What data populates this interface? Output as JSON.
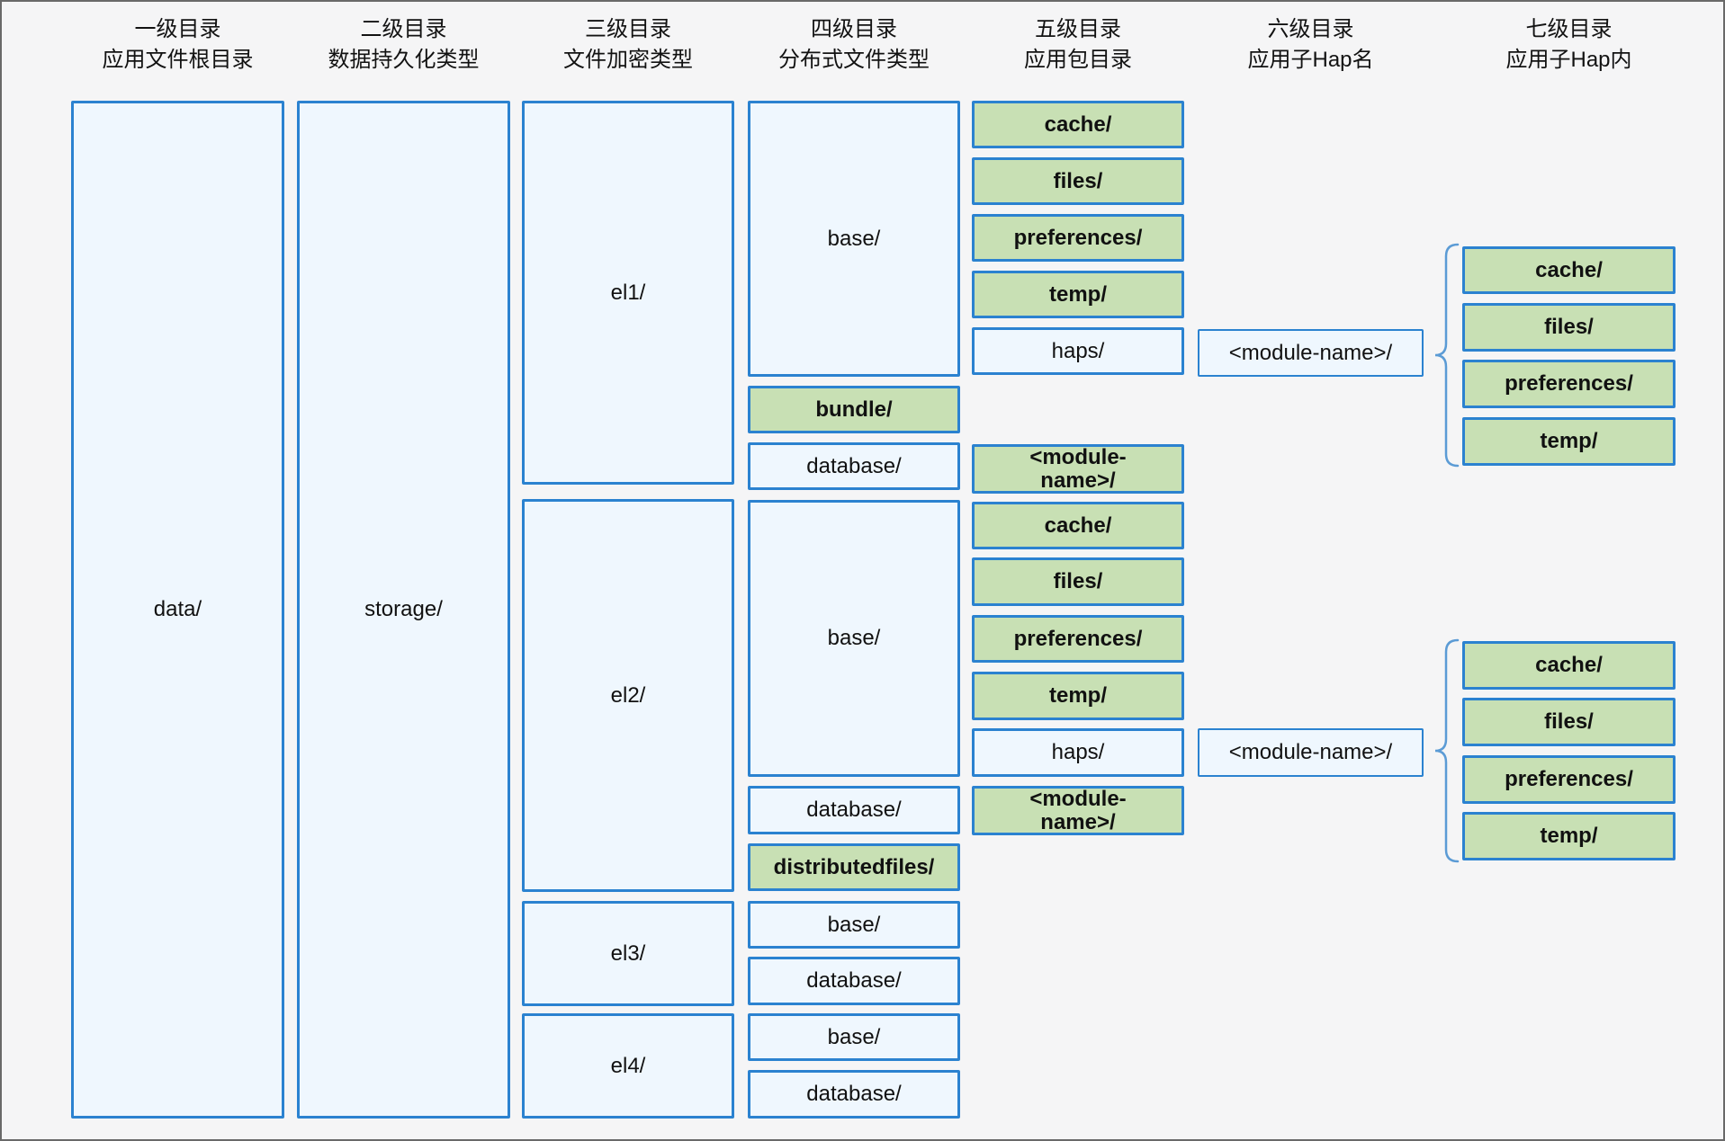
{
  "columns": [
    {
      "title_line1": "一级目录",
      "title_line2": "应用文件根目录"
    },
    {
      "title_line1": "二级目录",
      "title_line2": "数据持久化类型"
    },
    {
      "title_line1": "三级目录",
      "title_line2": "文件加密类型"
    },
    {
      "title_line1": "四级目录",
      "title_line2": "分布式文件类型"
    },
    {
      "title_line1": "五级目录",
      "title_line2": "应用包目录"
    },
    {
      "title_line1": "六级目录",
      "title_line2": "应用子Hap名"
    },
    {
      "title_line1": "七级目录",
      "title_line2": "应用子Hap内"
    }
  ],
  "tree": {
    "level1": {
      "label": "data/"
    },
    "level2": {
      "label": "storage/"
    },
    "level3": [
      {
        "label": "el1/"
      },
      {
        "label": "el2/"
      },
      {
        "label": "el3/"
      },
      {
        "label": "el4/"
      }
    ],
    "level4": {
      "el1": [
        {
          "label": "base/",
          "highlight": false
        },
        {
          "label": "bundle/",
          "highlight": true
        },
        {
          "label": "database/",
          "highlight": false
        }
      ],
      "el2": [
        {
          "label": "base/",
          "highlight": false
        },
        {
          "label": "database/",
          "highlight": false
        },
        {
          "label": "distributedfiles/",
          "highlight": true
        }
      ],
      "el3": [
        {
          "label": "base/",
          "highlight": false
        },
        {
          "label": "database/",
          "highlight": false
        }
      ],
      "el4": [
        {
          "label": "base/",
          "highlight": false
        },
        {
          "label": "database/",
          "highlight": false
        }
      ]
    },
    "level5": {
      "group1": [
        {
          "label": "cache/",
          "highlight": true
        },
        {
          "label": "files/",
          "highlight": true
        },
        {
          "label": "preferences/",
          "highlight": true
        },
        {
          "label": "temp/",
          "highlight": true
        },
        {
          "label": "haps/",
          "highlight": false
        }
      ],
      "group2": [
        {
          "label": "<module-name>/",
          "highlight": true
        },
        {
          "label": "cache/",
          "highlight": true
        },
        {
          "label": "files/",
          "highlight": true
        },
        {
          "label": "preferences/",
          "highlight": true
        },
        {
          "label": "temp/",
          "highlight": true
        },
        {
          "label": "haps/",
          "highlight": false
        },
        {
          "label": "<module-name>/",
          "highlight": true
        }
      ]
    },
    "level6": [
      {
        "label": "<module-name>/"
      },
      {
        "label": "<module-name>/"
      }
    ],
    "level7": {
      "group1": [
        {
          "label": "cache/"
        },
        {
          "label": "files/"
        },
        {
          "label": "preferences/"
        },
        {
          "label": "temp/"
        }
      ],
      "group2": [
        {
          "label": "cache/"
        },
        {
          "label": "files/"
        },
        {
          "label": "preferences/"
        },
        {
          "label": "temp/"
        }
      ]
    }
  },
  "colors": {
    "box_border": "#2b82d0",
    "blue_fill": "#eff7fe",
    "green_fill": "#c8e0b4",
    "bracket": "#5b9bd5",
    "canvas_bg": "#f5f5f6",
    "frame_border": "#696969",
    "text": "#111111"
  }
}
